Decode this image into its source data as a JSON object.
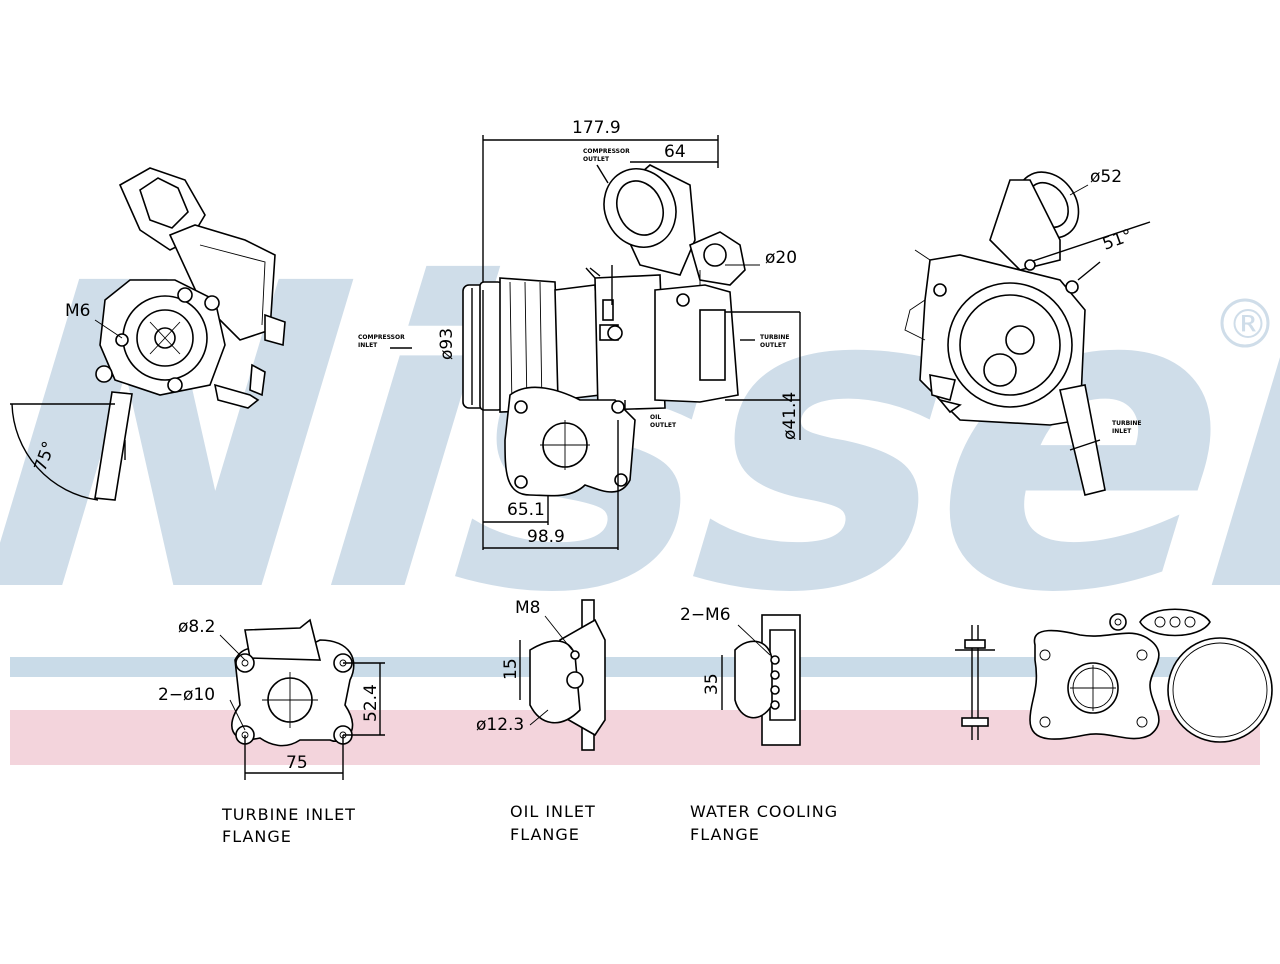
{
  "watermark": {
    "brand": "Nissens",
    "registered": "®",
    "band_colors": {
      "blue": "#c9dbe8",
      "pink": "#f3d4dc",
      "text": "#cfdde9"
    }
  },
  "dimensions": {
    "d177_9": "177.9",
    "d64": "64",
    "d52": "ø52",
    "d51deg": "51°",
    "d20": "ø20",
    "d93": "ø93",
    "d41_4": "ø41.4",
    "d65_1": "65.1",
    "d98_9": "98.9",
    "d75deg": "75°",
    "m6_left": "M6",
    "d8_2": "ø8.2",
    "d2x10": "2−ø10",
    "d52_4": "52.4",
    "d75": "75",
    "m8": "M8",
    "d15": "15",
    "d12_3": "ø12.3",
    "d2xm6": "2−M6",
    "d35": "35"
  },
  "small_labels": {
    "compressor_outlet": [
      "COMPRESSOR",
      "OUTLET"
    ],
    "compressor_inlet": [
      "COMPRESSOR",
      "INLET"
    ],
    "turbine_outlet": [
      "TURBINE",
      "OUTLET"
    ],
    "oil_outlet": [
      "OIL",
      "OUTLET"
    ],
    "turbine_inlet": [
      "TURBINE",
      "INLET"
    ]
  },
  "flange_labels": {
    "turbine_inlet": [
      "TURBINE  INLET",
      "FLANGE"
    ],
    "oil_inlet": [
      "OIL  INLET",
      "FLANGE"
    ],
    "water_cooling": [
      "WATER  COOLING",
      "FLANGE"
    ]
  }
}
